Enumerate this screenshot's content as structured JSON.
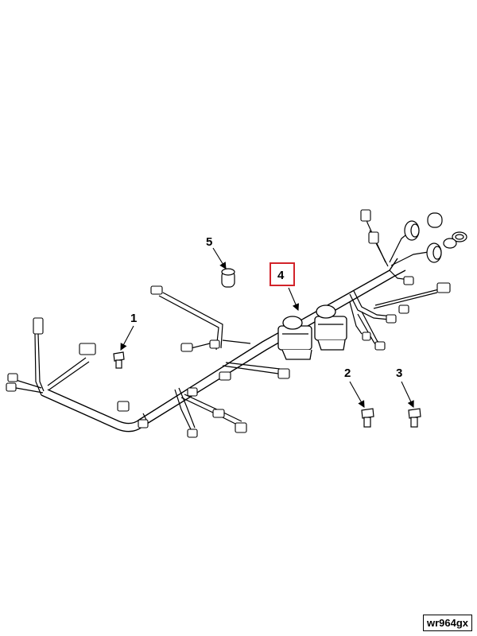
{
  "callouts": {
    "c1": "1",
    "c2": "2",
    "c3": "3",
    "c4": "4",
    "c5": "5"
  },
  "highlight_color": "#d2232a",
  "figure_id": "wr964gx"
}
